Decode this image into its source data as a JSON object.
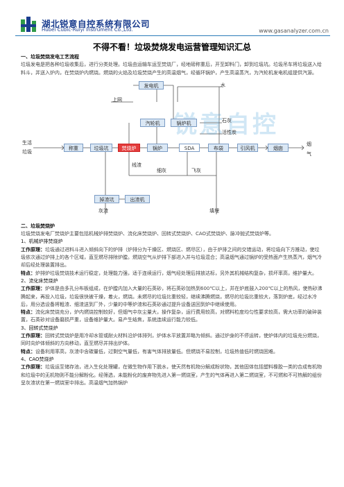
{
  "header": {
    "company_cn": "湖北锐意自控系统有限公司",
    "company_en": "Hubei Cubic-Ruiyi Instrument Co.,Ltd.",
    "url": "www.gasanalyzer.com.cn"
  },
  "title": "不得不看！垃圾焚烧发电运营管理知识汇总",
  "sec1": {
    "heading": "一、垃圾焚烧发电工艺流程",
    "para": "垃圾发电是把各种垃圾收集后，进行分类处理。垃圾由运输车运至焚烧厂，经地磅称重后，开至卸料门，卸到垃圾坑。垃圾吊车将垃圾送入给料斗，并送入炉内，在焚烧炉内燃烧。燃烧的火焰及垃圾焚烧产生的高温烟气，经循环锅炉，产生高温蒸汽，为汽轮机发电机组提供汽源。"
  },
  "diagram": {
    "watermark": "锐意自控",
    "boxes": {
      "generator": "发电机",
      "turbine": "汽轮机",
      "boiler_water": "锅炉机",
      "weigh": "称重",
      "pit": "垃圾坑",
      "incinerator": "焚烧炉",
      "boiler": "锅炉",
      "sda": "SDA",
      "bag": "布袋",
      "fan": "引风机",
      "chimney": "烟囱",
      "ash_silo": "掉渣坑",
      "slag_machine": "出渣机"
    },
    "labels": {
      "grid": "上网",
      "water": "水",
      "lime": "石灰",
      "carbon": "活性炭",
      "life": "生活",
      "garbage": "垃圾",
      "slag_line": "线渣",
      "fine_ash": "细灰",
      "fly_ash": "飞灰",
      "flue": "烟",
      "gas": "气",
      "ash_out": "灰渣",
      "landfill": "填埋"
    }
  },
  "sec2": {
    "heading": "二、垃圾焚烧炉",
    "intro": "垃圾焚烧发电厂焚烧炉主要包括机械炉排焚烧炉、流化床焚烧炉、回转式焚烧炉、CAO式焚烧炉、脉冲抛式焚烧炉等。",
    "s1_title": "1、机械炉排焚烧炉",
    "s1_p1_label": "工作原理：",
    "s1_p1": "垃圾通过进料斗进入倾斜向下的炉排（炉排分为干燥区、燃烧区、燃尽区），由于炉排之间的交错运动，将垃圾向下方推动，使垃圾依次通过炉排上的各个区域，直至燃尽排除炉膛。燃烧空气从炉排下部进入并与垃圾混合；高温烟气通过锅炉的受热面产生热蒸汽，烟气冷却后经处理装置排出。",
    "s1_p2_label": "特点：",
    "s1_p2": "炉排炉垃圾焚烧技术运行稳定，处理能力强，适于连续运行，烟气经处理后排放达标，另外其机械结构复杂，损坏率高，维护量大。",
    "s2_title": "2、流化床焚烧炉",
    "s2_p1_label": "工作原理：",
    "s2_p1": "炉体是由多孔分布板组成，在炉膛内加入大量的石英砂，将石英砂加热到600℃以上，并在炉底鼓入200℃以上的热风，使热砂沸腾起来，再投入垃圾，垃圾很快被干燥，着火，燃烧。未燃尽的垃圾比重较轻，继续沸腾燃烧，燃尽的垃圾比重较大，落到炉底，经过水冷后，用分选设备将粗渣、细渣送到厂外，少量的中等炉渣和石英砂通过提升设备送回到炉中继续使用。",
    "s2_p2_label": "特点：",
    "s2_p2": "流化床焚烧充分，炉内燃烧控制较好，但烟气中灰尘量大，操作复杂，运行费用较高，对燃料粒度均匀性要求较高，需大功率的破碎装置，石英砂对设备磨损严重，设备维护量大。易产生结焦，系统连续运行能力较低。",
    "s3_title": "3、回转式焚烧炉",
    "s3_p1_label": "工作原理：",
    "s3_p1": "回转式焚烧炉是用冷却水管或耐火材料沿炉体排列，炉体水平放置并略为倾斜。通过炉身的不停运转，使炉体内的垃圾充分燃烧，同时向炉体倾斜的方向移动，直至燃尽并排出炉体。",
    "s3_p2_label": "特点：",
    "s3_p2": "设备利用率高，灰渣中含碳量低，过剩空气量低，有害气体排放量低。但燃烧不易控制，垃圾热值低时燃烧困难。",
    "s4_title": "4、CAO焚烧炉",
    "s4_p1_label": "工作原理：",
    "s4_p1": "垃圾运至储存池，进入生化处理罐，在微生物作用下脱水，使天然有机物分解成粉状物，其他固体包括塑料橡胶一类的合成有机物和垃圾中的无机物则不能分解粉化。经筛选，未能粉化的废弃物先进入第一燃烧室，产生的气体再进入第二燃烧室，不可燃和不可热解的组份呈灰渣状在第一燃烧室中排出。高温烟气加热锅炉"
  }
}
